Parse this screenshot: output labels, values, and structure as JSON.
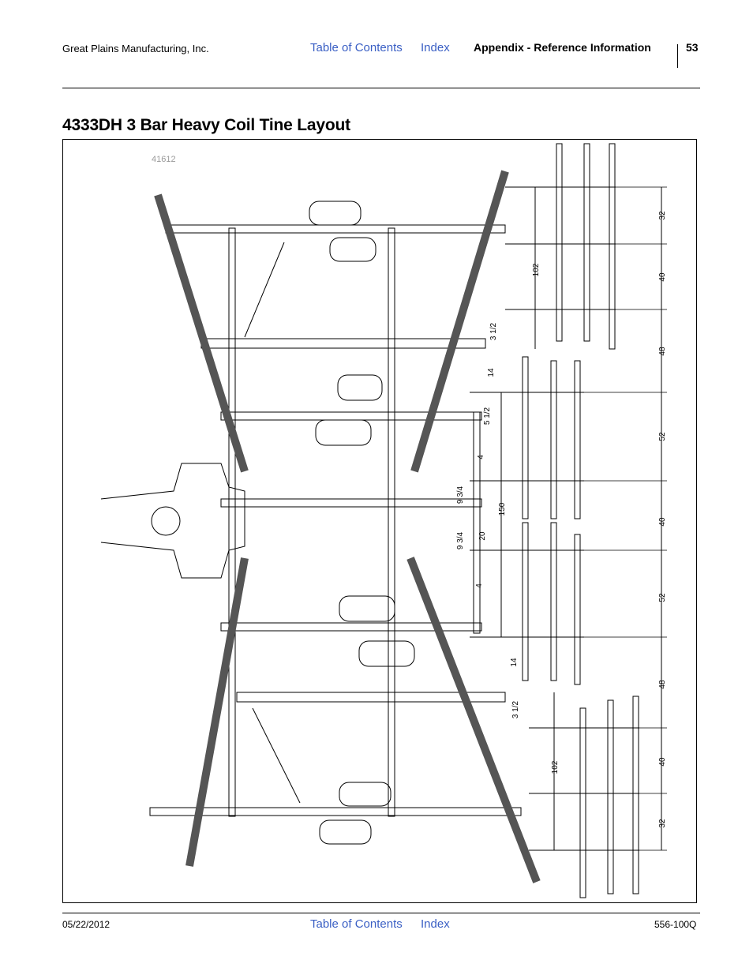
{
  "header": {
    "company": "Great Plains Manufacturing, Inc.",
    "toc_label": "Table of Contents",
    "index_label": "Index",
    "section": "Appendix - Reference Information",
    "page_number": "53"
  },
  "page_title": "4333DH 3 Bar Heavy Coil Tine Layout",
  "figure": {
    "id": "41612",
    "dimensions_right": [
      "32",
      "40",
      "48",
      "52",
      "40",
      "52",
      "48",
      "40",
      "32"
    ],
    "dimensions_inner": [
      "102",
      "3 1/2",
      "14",
      "5 1/2",
      "4",
      "9 3/4",
      "150",
      "20",
      "9 3/4",
      "4",
      "14",
      "3 1/2",
      "102"
    ]
  },
  "footer": {
    "date": "05/22/2012",
    "toc_label": "Table of Contents",
    "index_label": "Index",
    "doc_number": "556-100Q"
  }
}
